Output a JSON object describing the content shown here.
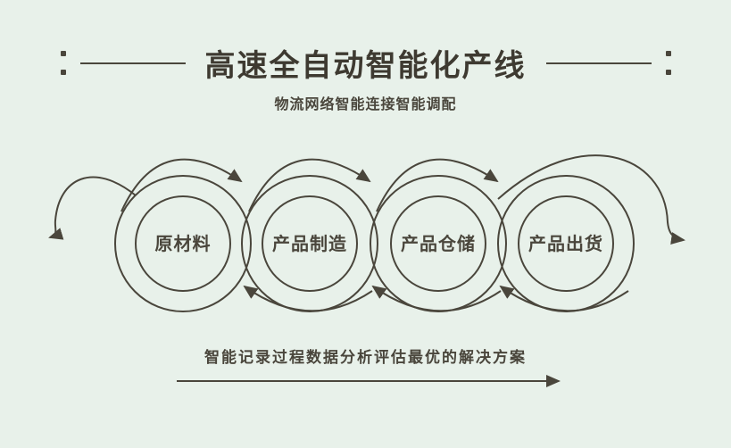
{
  "header": {
    "title": "高速全自动智能化产线",
    "subtitle": "物流网络智能连接智能调配"
  },
  "flow": {
    "steps": [
      {
        "label": "原材料"
      },
      {
        "label": "产品制造"
      },
      {
        "label": "产品仓储"
      },
      {
        "label": "产品出货"
      }
    ]
  },
  "footer": {
    "caption": "智能记录过程数据分析评估最优的解决方案"
  },
  "colors": {
    "background": "#e8f1ea",
    "ink": "#4a463c",
    "title": "#3e3a31"
  }
}
